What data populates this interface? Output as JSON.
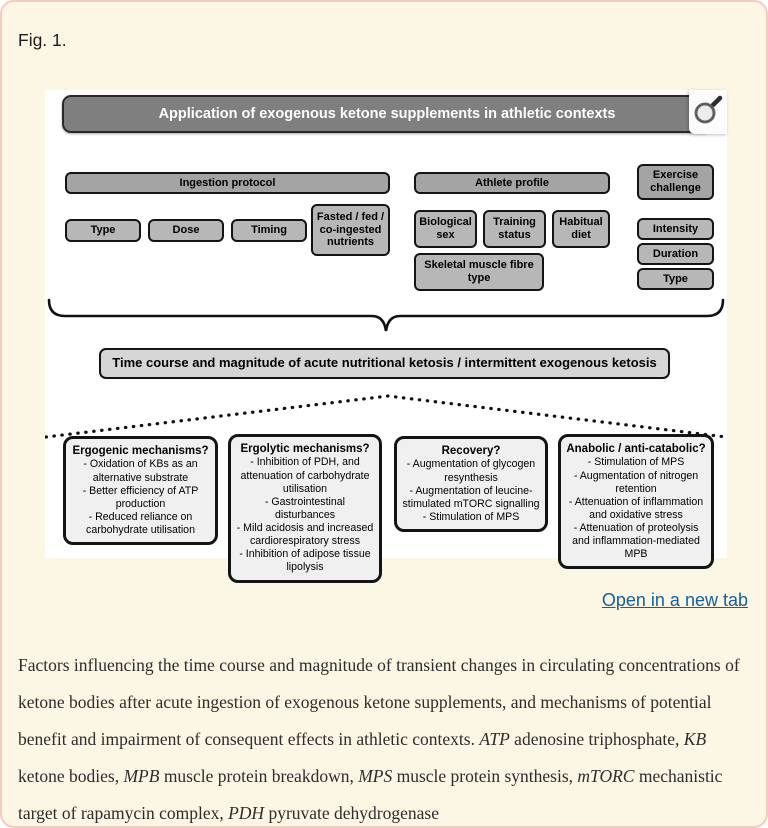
{
  "page": {
    "fig_label": "Fig. 1.",
    "open_link_label": "Open in a new tab",
    "colors": {
      "page_bg": "#fcf6e4",
      "card_border": "#f0cdbd",
      "link_blue": "#16609d",
      "title_bar_gray": "#7f7f7f",
      "header_box_gray": "#a4a4a4",
      "child_box_gray": "#b7b7b7",
      "time_bar_gray": "#d6d6d6",
      "mech_box_gray": "#f0f0f0"
    }
  },
  "figure": {
    "title": "Application of exogenous ketone supplements in athletic contexts",
    "sections": {
      "ingestion": {
        "label": "Ingestion protocol",
        "children": [
          "Type",
          "Dose",
          "Timing",
          "Fasted / fed / co-ingested nutrients"
        ]
      },
      "athlete": {
        "label": "Athlete profile",
        "children": [
          "Biological sex",
          "Training status",
          "Habitual diet",
          "Skeletal muscle fibre type"
        ]
      },
      "exercise": {
        "label": "Exercise challenge",
        "children": [
          "Intensity",
          "Duration",
          "Type"
        ]
      }
    },
    "time_course": "Time course and magnitude of acute nutritional ketosis / intermittent exogenous ketosis",
    "mech_boxes": [
      {
        "title": "Ergogenic mechanisms?",
        "items": [
          "- Oxidation of KBs as an alternative substrate",
          "- Better efficiency of ATP production",
          "- Reduced reliance on carbohydrate utilisation"
        ]
      },
      {
        "title": "Ergolytic mechanisms?",
        "items": [
          "- Inhibition of PDH, and attenuation of carbohydrate utilisation",
          "- Gastrointestinal disturbances",
          "- Mild acidosis and increased cardiorespiratory stress",
          "- Inhibition of adipose tissue lipolysis"
        ]
      },
      {
        "title": "Recovery?",
        "items": [
          "- Augmentation of glycogen resynthesis",
          "- Augmentation of leucine-stimulated mTORC signalling",
          "- Stimulation of MPS"
        ]
      },
      {
        "title": "Anabolic / anti-catabolic?",
        "items": [
          "- Stimulation of MPS",
          "- Augmentation of nitrogen retention",
          "- Attenuation of inflammation and oxidative stress",
          "- Attenuation of proteolysis and inflammation-mediated MPB"
        ]
      }
    ]
  },
  "caption": {
    "segments": [
      {
        "text": "Factors influencing the time course and magnitude of transient changes in circulating concentrations of ketone bodies after acute ingestion of exogenous ketone supplements, and mechanisms of potential benefit and impairment of consequent effects in athletic contexts. ",
        "italic": false
      },
      {
        "text": "ATP",
        "italic": true
      },
      {
        "text": " adenosine triphosphate, ",
        "italic": false
      },
      {
        "text": "KB",
        "italic": true
      },
      {
        "text": " ketone bodies, ",
        "italic": false
      },
      {
        "text": "MPB",
        "italic": true
      },
      {
        "text": " muscle protein breakdown, ",
        "italic": false
      },
      {
        "text": "MPS",
        "italic": true
      },
      {
        "text": " muscle protein synthesis, ",
        "italic": false
      },
      {
        "text": "mTORC",
        "italic": true
      },
      {
        "text": " mechanistic target of rapamycin complex, ",
        "italic": false
      },
      {
        "text": "PDH",
        "italic": true
      },
      {
        "text": " pyruvate dehydrogenase",
        "italic": false
      }
    ]
  }
}
